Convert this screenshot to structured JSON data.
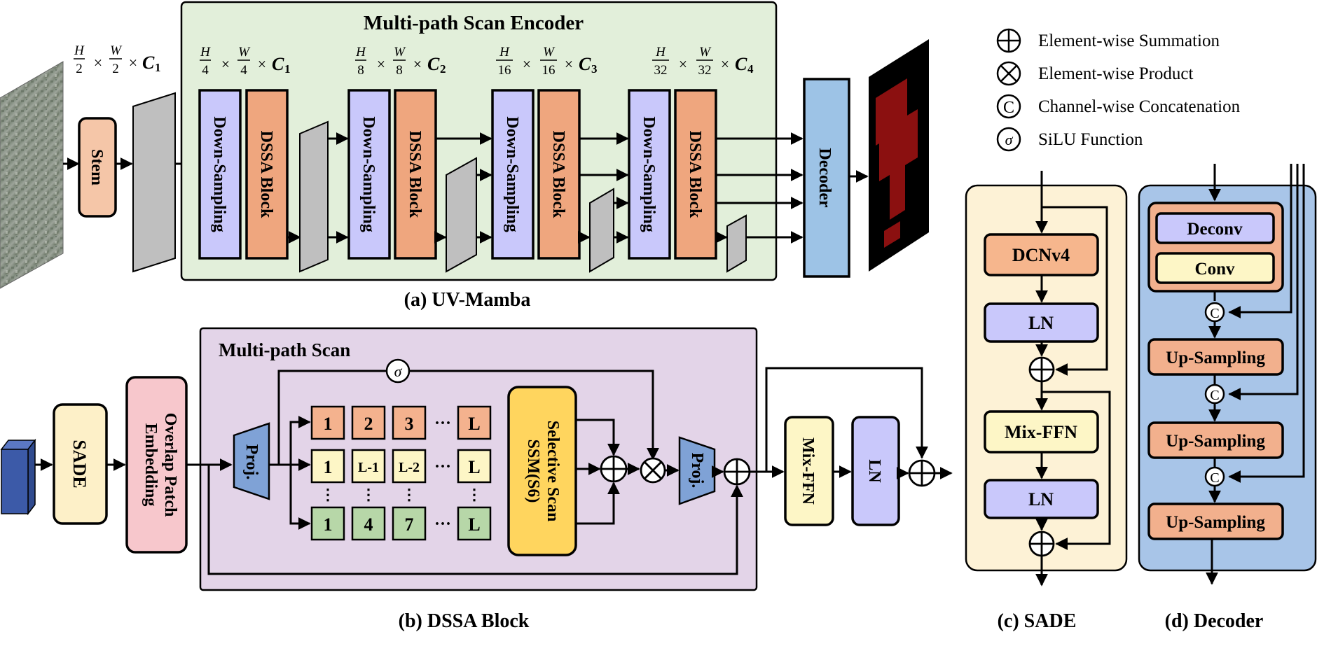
{
  "colors": {
    "encoder_bg": "#e2efda",
    "dssa_bg": "#e3d4e8",
    "sade_bg": "#fdf2d6",
    "decoder_bg": "#a8c5e8",
    "down_sampling": "#c9c8fb",
    "dssa_block": "#efa67e",
    "decoder_box": "#9dc3e6",
    "stem": "#f5c6a8",
    "sade_box": "#fdf0c8",
    "overlap": "#f7c7cc",
    "proj": "#7fa2d6",
    "ssm": "#ffd55e",
    "row_orange": "#f4b28e",
    "row_yellow": "#fdf6c6",
    "row_green": "#b7d7a8",
    "ln": "#c9c8fb",
    "mixffn": "#fdf6c6",
    "deconv": "#c9c8fb",
    "conv": "#fdf6c6",
    "upsampling": "#f2b08d",
    "input_cube": "#3c5aa8"
  },
  "panel_a": {
    "title": "Multi-path Scan Encoder",
    "caption": "(a) UV-Mamba",
    "stem_label": "Stem",
    "down_sampling_label": "Down-Sampling",
    "dssa_block_label": "DSSA Block",
    "decoder_label": "Decoder",
    "dims": [
      {
        "h": "H",
        "hd": "2",
        "w": "W",
        "wd": "2",
        "c": "C",
        "cs": "1"
      },
      {
        "h": "H",
        "hd": "4",
        "w": "W",
        "wd": "4",
        "c": "C",
        "cs": "1"
      },
      {
        "h": "H",
        "hd": "8",
        "w": "W",
        "wd": "8",
        "c": "C",
        "cs": "2"
      },
      {
        "h": "H",
        "hd": "16",
        "w": "W",
        "wd": "16",
        "c": "C",
        "cs": "3"
      },
      {
        "h": "H",
        "hd": "32",
        "w": "W",
        "wd": "32",
        "c": "C",
        "cs": "4"
      }
    ],
    "times": "×"
  },
  "legend": {
    "items": [
      {
        "symbol": "⊕",
        "label": "Element-wise Summation"
      },
      {
        "symbol": "⊗",
        "label": "Element-wise Product"
      },
      {
        "symbol": "C",
        "label": "Channel-wise Concatenation"
      },
      {
        "symbol": "σ",
        "label": "SiLU Function"
      }
    ]
  },
  "panel_b": {
    "title": "Multi-path Scan",
    "caption": "(b) DSSA Block",
    "sade_label": "SADE",
    "overlap_line1": "Overlap Patch",
    "overlap_line2": "Embedding",
    "proj_label": "Proj.",
    "sigma_label": "σ",
    "ssm_line1": "Selective Scan",
    "ssm_line2": "SSM(S6)",
    "mixffn_label": "Mix-FFN",
    "ln_label": "LN",
    "ellipsis": "···",
    "vdots": "⋮",
    "row1": [
      "1",
      "2",
      "3",
      "L"
    ],
    "row2": [
      "1",
      "L-1",
      "L-2",
      "L"
    ],
    "row3": [
      "1",
      "4",
      "7",
      "L"
    ]
  },
  "panel_c": {
    "caption": "(c) SADE",
    "dcn_label": "DCNv4",
    "ln1_label": "LN",
    "mixffn_label": "Mix-FFN",
    "ln2_label": "LN"
  },
  "panel_d": {
    "caption": "(d) Decoder",
    "deconv_label": "Deconv",
    "conv_label": "Conv",
    "concat_symbol": "C",
    "up1_label": "Up-Sampling",
    "up2_label": "Up-Sampling",
    "up3_label": "Up-Sampling"
  }
}
